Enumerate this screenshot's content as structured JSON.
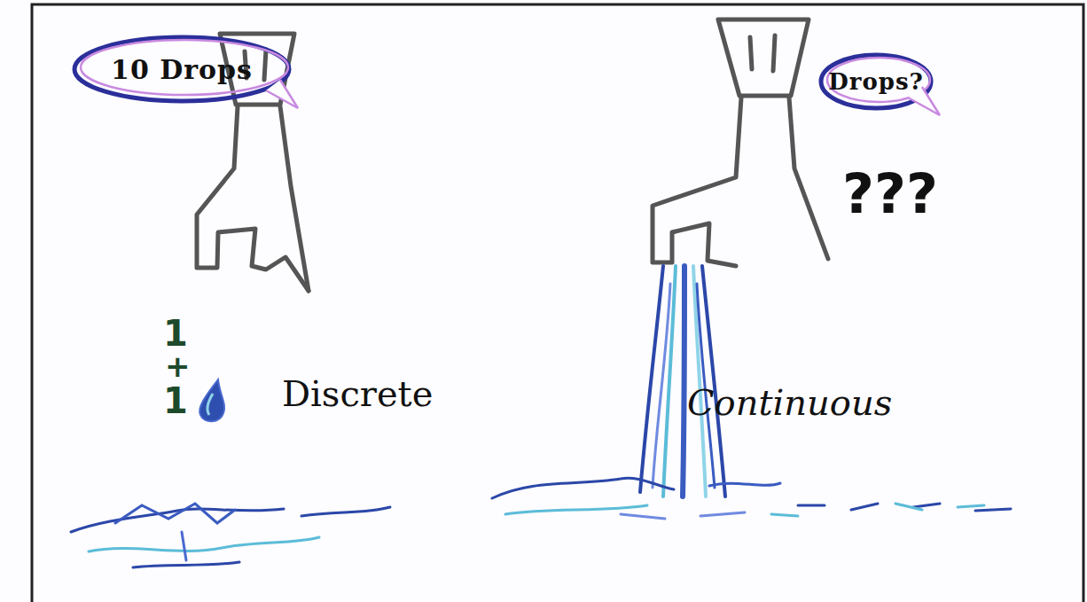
{
  "diagram": {
    "nodes": [
      {
        "text": [
          "10 Drops"
        ]
      },
      {
        "text": [
          "Drops?"
        ]
      }
    ],
    "labels": [
      "1",
      "+",
      "1",
      "Discrete",
      "???",
      "Continuous"
    ]
  }
}
